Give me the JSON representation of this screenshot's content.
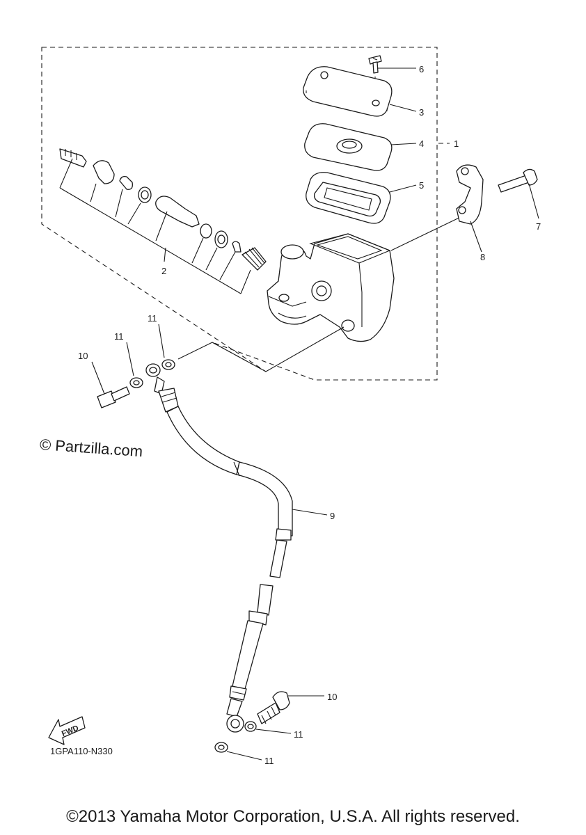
{
  "watermark": "© Partzilla.com",
  "figure_code": "1GPA110-N330",
  "copyright": "©2013 Yamaha Motor Corporation, U.S.A. All rights reserved.",
  "fwd_label": "FWD",
  "callouts": {
    "c1": "1",
    "c2": "2",
    "c3": "3",
    "c4": "4",
    "c5": "5",
    "c6": "6",
    "c7": "7",
    "c8": "8",
    "c9": "9",
    "c10a": "10",
    "c10b": "10",
    "c11a": "11",
    "c11b": "11",
    "c11c": "11",
    "c11d": "11"
  },
  "icons": {
    "fwd_arrow": "fwd-arrow-icon"
  }
}
